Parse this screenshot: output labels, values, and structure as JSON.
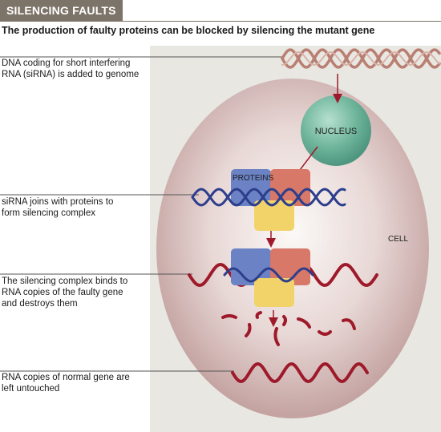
{
  "header": {
    "tag": "SILENCING FAULTS",
    "subtitle": "The production of faulty proteins can be blocked by silencing the mutant gene"
  },
  "labels": {
    "step1": [
      "DNA coding for short interfering",
      "RNA (siRNA) is added to genome"
    ],
    "step2": [
      "siRNA joins with proteins to",
      "form silencing complex"
    ],
    "step3": [
      "The silencing complex binds to",
      "RNA copies of the faulty gene",
      "and destroys them"
    ],
    "step4": [
      "RNA copies of normal gene are",
      "left untouched"
    ]
  },
  "diagram": {
    "nucleus_label": "NUCLEUS",
    "proteins_label": "PROTEINS",
    "cell_label": "CELL"
  },
  "colors": {
    "header_bg": "#7d7469",
    "dna_strand": "#b97f72",
    "rna_strand": "#9e1a2a",
    "sirna_strand": "#2c3e8c",
    "protein_blue": "#6b82c4",
    "protein_red": "#d77868",
    "protein_yellow": "#f2d36a",
    "nucleus": "#6fb59c",
    "arrow": "#9e1a2a"
  }
}
